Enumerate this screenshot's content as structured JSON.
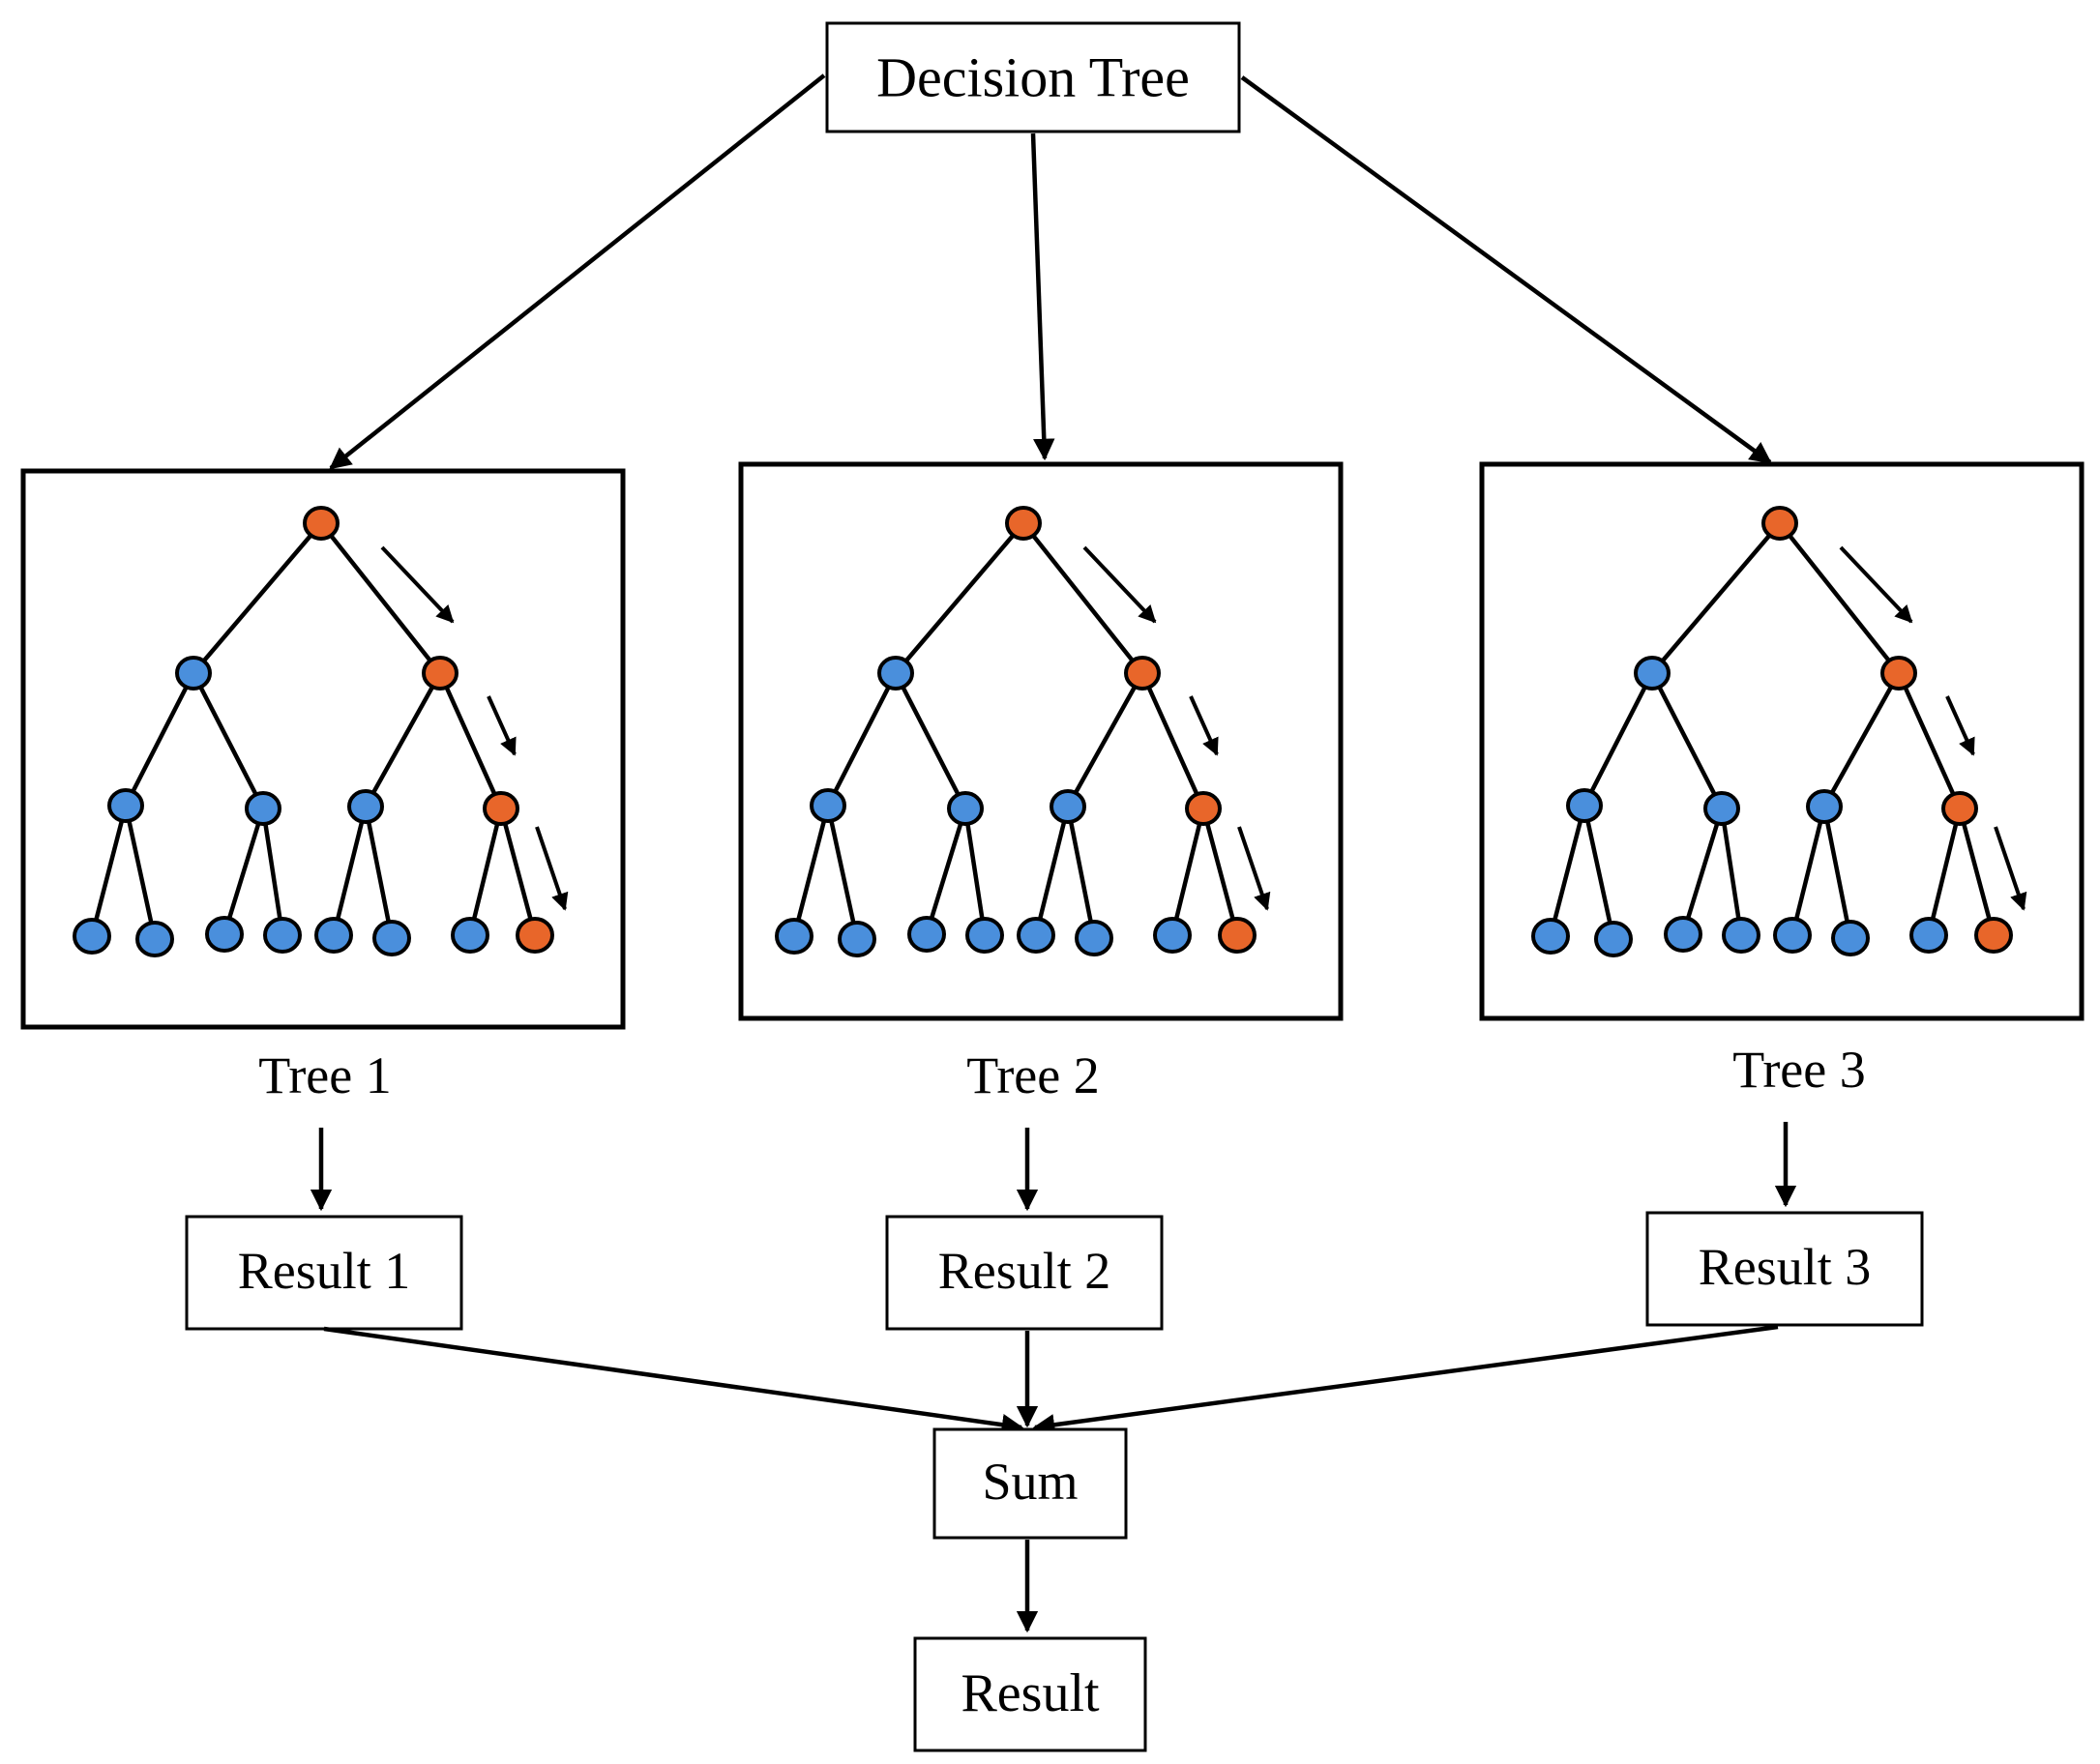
{
  "root": {
    "label": "Decision Tree"
  },
  "trees": [
    {
      "label": "Tree 1",
      "result": "Result 1"
    },
    {
      "label": "Tree 2",
      "result": "Result 2"
    },
    {
      "label": "Tree 3",
      "result": "Result 3"
    }
  ],
  "sum": {
    "label": "Sum"
  },
  "final": {
    "label": "Result"
  },
  "colors": {
    "node_default": "#4a8fdc",
    "node_path": "#e8662a",
    "stroke": "#000000"
  }
}
